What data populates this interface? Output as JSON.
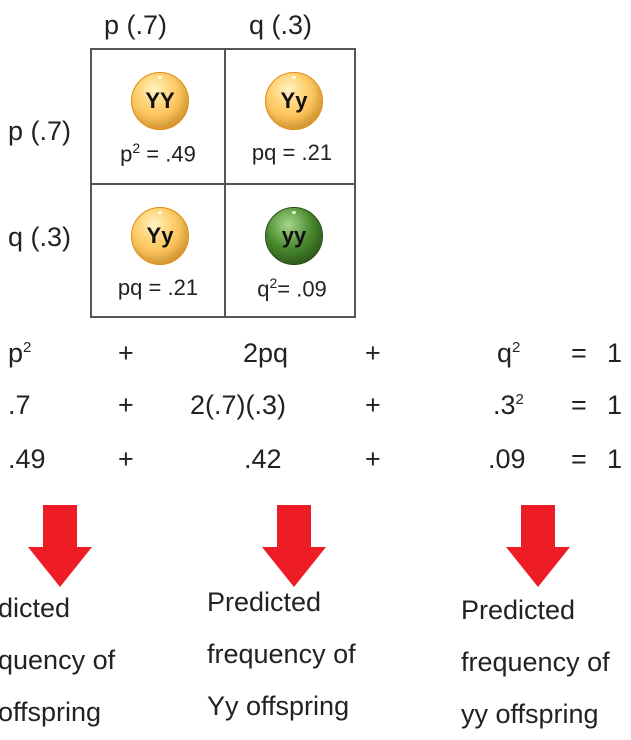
{
  "columns": {
    "left": "p (.7)",
    "right": "q (.3)"
  },
  "rows": {
    "top": "p (.7)",
    "bottom": "q (.3)"
  },
  "cells": [
    {
      "genotype": "YY",
      "color": "yellow",
      "label": "p",
      "sup": "2",
      "value": " = .49"
    },
    {
      "genotype": "Yy",
      "color": "yellow",
      "label": "pq = .21",
      "sup": "",
      "value": ""
    },
    {
      "genotype": "Yy",
      "color": "yellow",
      "label": "pq = .21",
      "sup": "",
      "value": ""
    },
    {
      "genotype": "yy",
      "color": "green",
      "label": "q",
      "sup": "2",
      "value": "= .09"
    }
  ],
  "equation": {
    "row1": {
      "a": "p",
      "a_sup": "2",
      "plus1": "+",
      "b": "2pq",
      "plus2": "+",
      "c": "q",
      "c_sup": "2",
      "eq": "=",
      "one": "1"
    },
    "row2": {
      "a": ".7",
      "a_sup": "",
      "plus1": "+",
      "b": "2(.7)(.3)",
      "plus2": "+",
      "c": ".3",
      "c_sup": "2",
      "eq": "=",
      "one": "1"
    },
    "row3": {
      "a": ".49",
      "a_sup": "",
      "plus1": "+",
      "b": ".42",
      "plus2": "+",
      "c": ".09",
      "c_sup": "",
      "eq": "=",
      "one": "1"
    }
  },
  "arrow_color": "#ee1c24",
  "ball_colors": {
    "yellow": "#f3a21f",
    "green": "#2b5a17"
  },
  "captions": [
    [
      "dicted",
      "quency of",
      "offspring"
    ],
    [
      "Predicted",
      "frequency of",
      "Yy offspring"
    ],
    [
      "Predicted",
      "frequency of",
      "yy offspring"
    ]
  ]
}
